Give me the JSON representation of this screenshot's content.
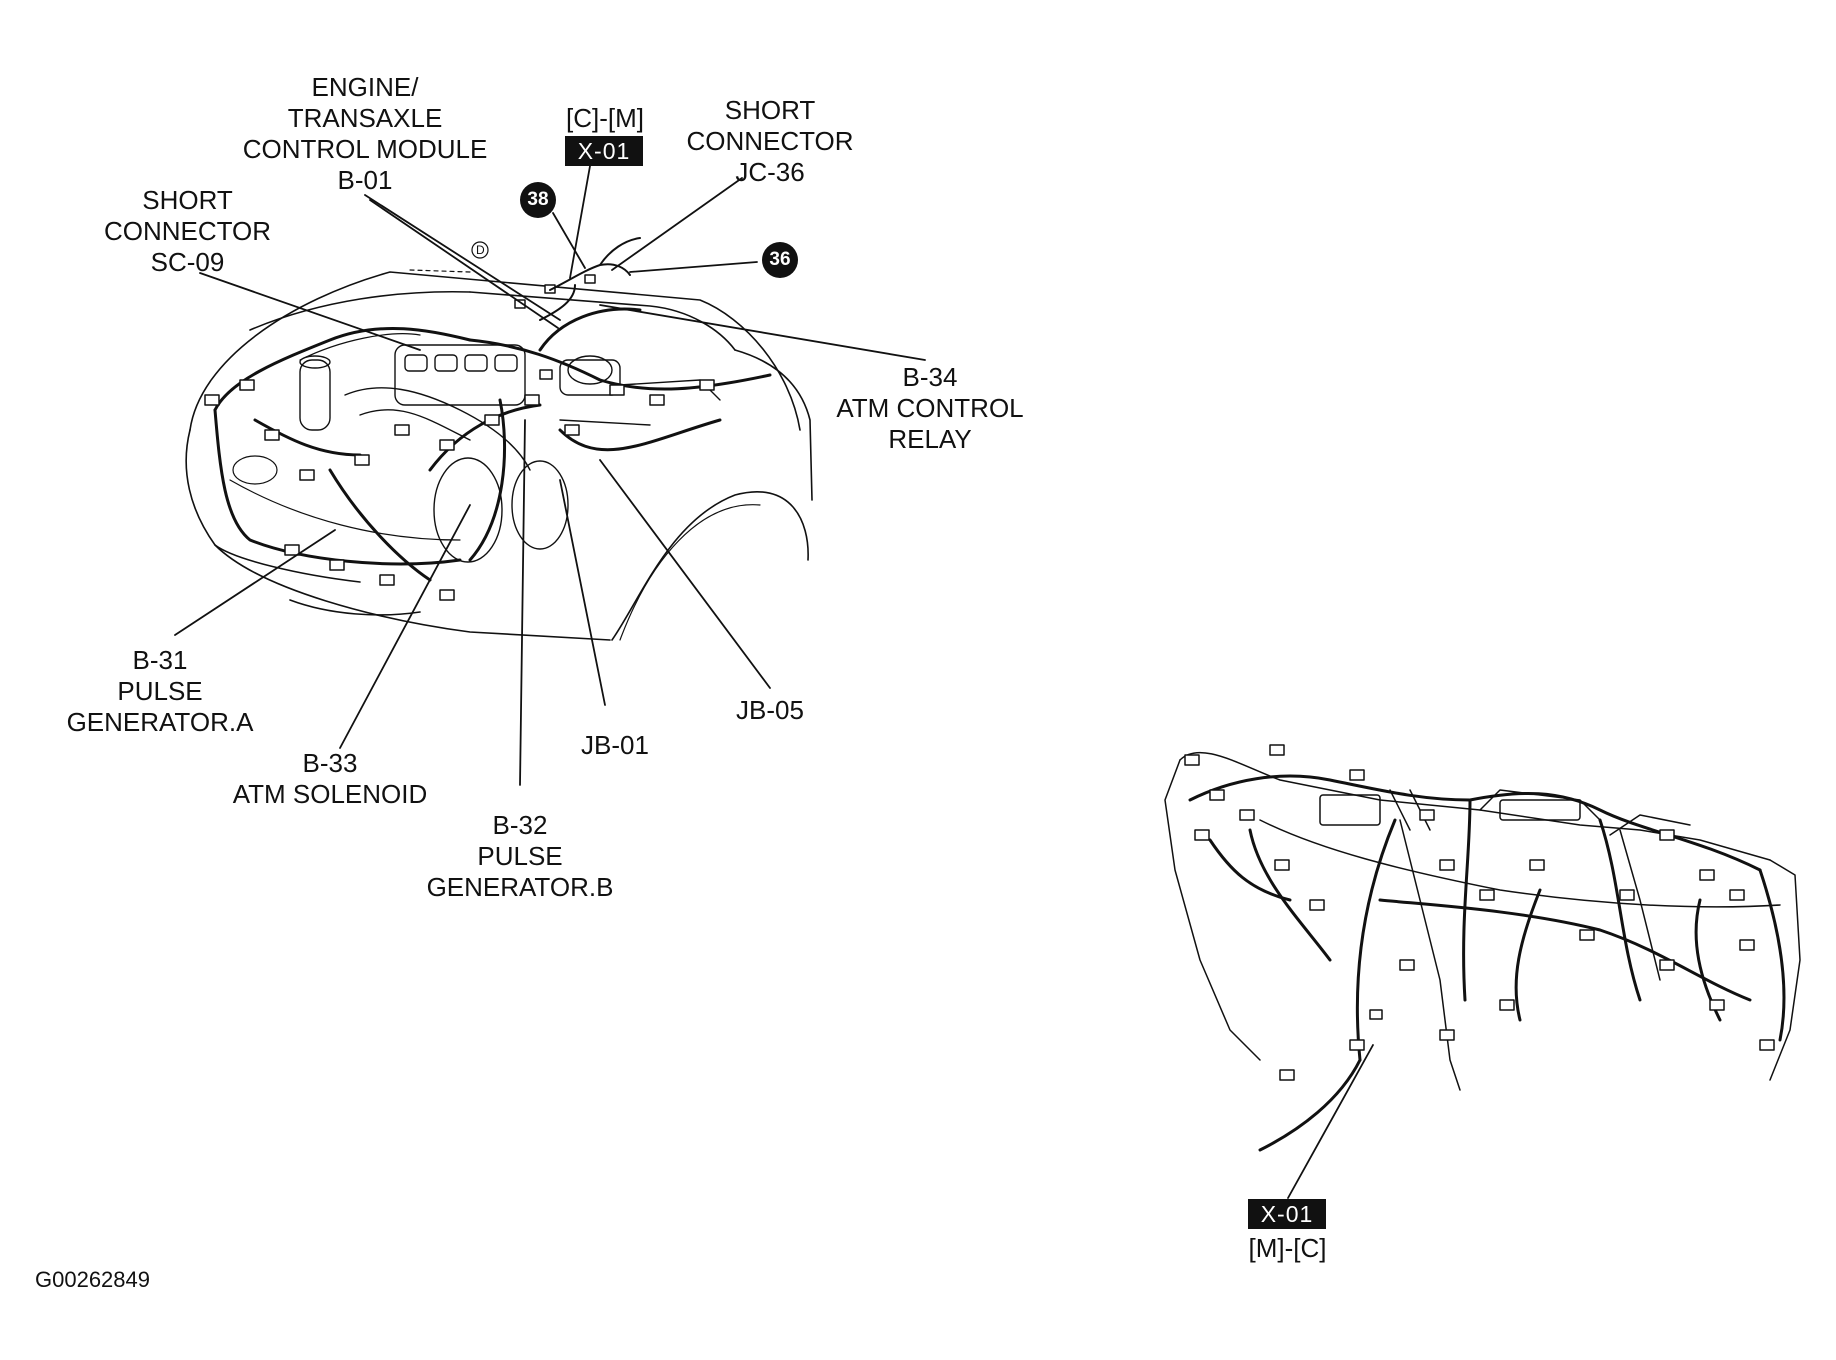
{
  "labels": {
    "ecm": [
      "ENGINE/",
      "TRANSAXLE",
      "CONTROL MODULE",
      "B-01"
    ],
    "cm_top": "[C]-[M]",
    "x01_top": "X-01",
    "jc36": [
      "SHORT",
      "CONNECTOR",
      "JC-36"
    ],
    "sc09": [
      "SHORT",
      "CONNECTOR",
      "SC-09"
    ],
    "b34": [
      "B-34",
      "ATM CONTROL",
      "RELAY"
    ],
    "b31": [
      "B-31",
      "PULSE",
      "GENERATOR.A"
    ],
    "b33": [
      "B-33",
      "ATM SOLENOID"
    ],
    "b32": [
      "B-32",
      "PULSE",
      "GENERATOR.B"
    ],
    "jb01": "JB-01",
    "jb05": "JB-05",
    "x01_bottom": "X-01",
    "mc_bottom": "[M]-[C]"
  },
  "badges": {
    "b38": "38",
    "b36": "36"
  },
  "marker_d": "D",
  "figure_code": "G00262849"
}
